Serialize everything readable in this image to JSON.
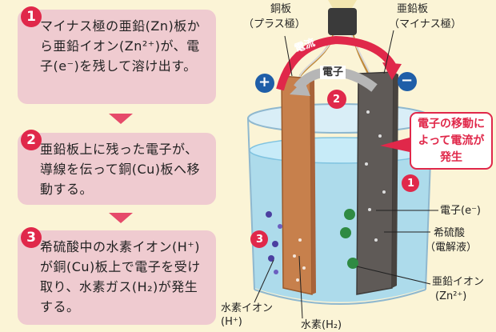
{
  "steps": [
    {
      "number": "1",
      "text": "マイナス極の亜鉛(Zn)板から亜鉛イオン(Zn²⁺)が、電子(e⁻)を残して溶け出す。"
    },
    {
      "number": "2",
      "text": "亜鉛板上に残った電子が、導線を伝って銅(Cu)板へ移動する。"
    },
    {
      "number": "3",
      "text": "希硫酸中の水素イオン(H⁺)が銅(Cu)板上で電子を受け取り、水素ガス(H₂)が発生する。"
    }
  ],
  "labels": {
    "copper_plate": "銅板",
    "copper_role": "（プラス極）",
    "zinc_plate": "亜鉛板",
    "zinc_role": "（マイナス極）",
    "current": "電流",
    "electron": "電子",
    "plus": "+",
    "minus": "−",
    "callout": "電子の移動によって電流が発生",
    "electron_e": "電子(e⁻)",
    "acid": "希硫酸",
    "acid_sub": "（電解液）",
    "zinc_ion": "亜鉛イオン",
    "zinc_ion_formula": "(Zn²⁺)",
    "hydrogen_ion": "水素イオン",
    "hydrogen_ion_formula": "(H⁺)",
    "hydrogen": "水素(H₂)",
    "marker_1": "1",
    "marker_2": "2",
    "marker_3": "3"
  },
  "colors": {
    "accent": "#e0284a",
    "panel": "#efcbd0",
    "background": "#fbf4d6",
    "copper": "#c7804c",
    "zinc": "#5f5a57",
    "liquid": "#9fd6ee"
  }
}
